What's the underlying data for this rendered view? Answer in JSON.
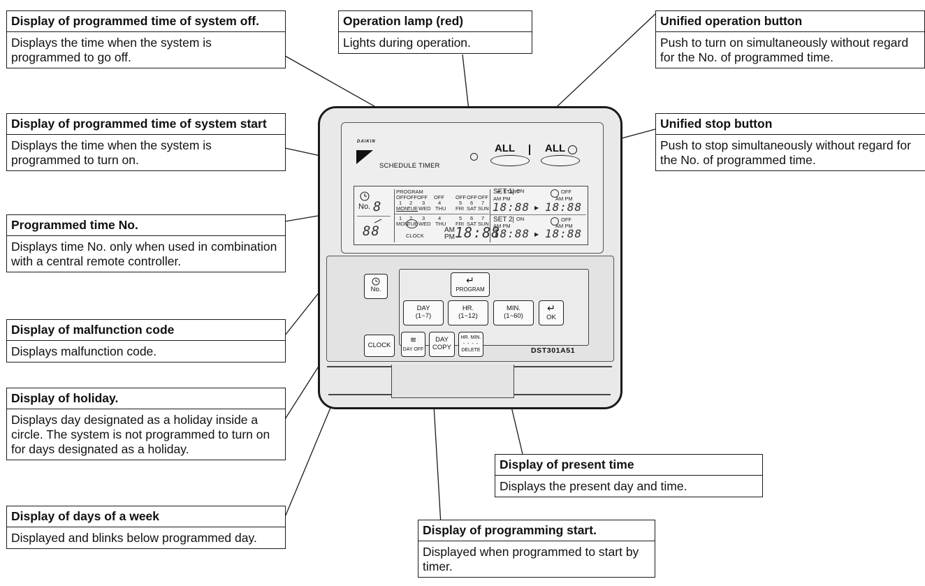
{
  "callouts": {
    "system_off": {
      "title": "Display of programmed time of system off.",
      "desc": "Displays the time when the system is programmed to go off."
    },
    "system_start": {
      "title": "Display of programmed time of system start",
      "desc": "Displays the time when the system is programmed to turn on."
    },
    "time_no": {
      "title": "Programmed time No.",
      "desc": "Displays time No. only when used in combination with a central remote controller."
    },
    "malfunction": {
      "title": "Display of malfunction code",
      "desc": "Displays malfunction code."
    },
    "holiday": {
      "title": "Display of holiday.",
      "desc": "Displays day designated as a holiday inside a circle. The system is not programmed to turn on for days designated as a holiday."
    },
    "days_week": {
      "title": "Display of days of a week",
      "desc": "Displayed and blinks below programmed day."
    },
    "operation_lamp": {
      "title": "Operation lamp (red)",
      "desc": "Lights during operation."
    },
    "unified_operation": {
      "title": "Unified operation button",
      "desc": "Push to turn on simultaneously without regard for the No. of programmed time."
    },
    "unified_stop": {
      "title": "Unified stop button",
      "desc": "Push to stop simultaneously without regard for the No. of programmed time."
    },
    "present_time": {
      "title": "Display of present time",
      "desc": "Displays the present day and time."
    },
    "programming_start": {
      "title": "Display of programming start.",
      "desc": "Displayed when programmed to start by timer."
    }
  },
  "device": {
    "brand": "DAIKIN",
    "label": "SCHEDULE TIMER",
    "all_on_label": "ALL",
    "all_off_label": "ALL",
    "model": "DST301A51",
    "lcd": {
      "program": "PROGRAM",
      "start": "START",
      "set1": "SET 1",
      "set2": "SET 2",
      "on": "ON",
      "off": "OFF",
      "ampm": "AM PM",
      "am": "AM",
      "pm": "PM",
      "no": "No.",
      "clock": "CLOCK",
      "off_row": [
        "OFF",
        "OFF",
        "OFF",
        "OFF",
        "OFF",
        "OFF",
        "OFF"
      ],
      "day_nums": [
        "1",
        "2",
        "3",
        "4",
        "5",
        "6",
        "7"
      ],
      "days": [
        "MON",
        "TUE",
        "WED",
        "THU",
        "FRI",
        "SAT",
        "SUN"
      ],
      "days2": [
        "MON",
        "TUE",
        "WED",
        "THU",
        "FRI",
        "SAT",
        "SUN"
      ],
      "digit_8": "8",
      "seg_time": "18:88",
      "seg_code": "88"
    },
    "keys": {
      "no": "No.",
      "program": "PROGRAM",
      "day": "DAY",
      "day_range": "(1~7)",
      "hr": "HR.",
      "hr_range": "(1~12)",
      "min": "MIN.",
      "min_range": "(1~60)",
      "ok": "OK",
      "clock": "CLOCK",
      "day_off": "DAY OFF",
      "day_copy_1": "DAY",
      "day_copy_2": "COPY",
      "hrmin": "HR. MIN.",
      "delete": "DELETE"
    }
  }
}
